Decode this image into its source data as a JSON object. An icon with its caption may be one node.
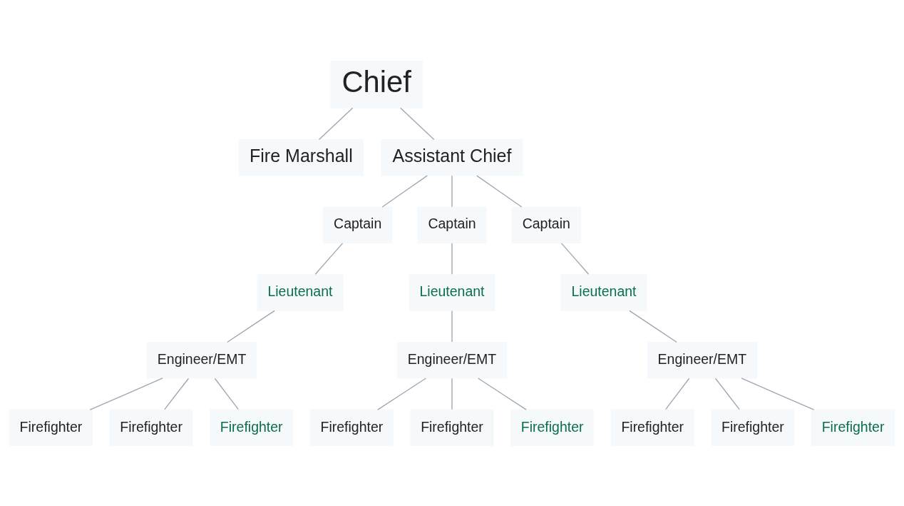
{
  "diagram": {
    "nodes": [
      {
        "text": [
          "Chief"
        ]
      },
      {
        "text": [
          "Fire Marshall"
        ]
      },
      {
        "text": [
          "Assistant Chief"
        ]
      },
      {
        "text": [
          "Captain"
        ]
      },
      {
        "text": [
          "Lieutenant"
        ]
      },
      {
        "text": [
          "Engineer/EMT"
        ]
      },
      {
        "text": [
          "Firefighter"
        ]
      },
      {
        "text": [
          "Firefighter"
        ]
      },
      {
        "text": [
          "Firefighter"
        ]
      },
      {
        "text": [
          "Captain"
        ]
      },
      {
        "text": [
          "Lieutenant"
        ]
      },
      {
        "text": [
          "Engineer/EMT"
        ]
      },
      {
        "text": [
          "Firefighter"
        ]
      },
      {
        "text": [
          "Firefighter"
        ]
      },
      {
        "text": [
          "Firefighter"
        ]
      },
      {
        "text": [
          "Captain"
        ]
      },
      {
        "text": [
          "Lieutenant"
        ]
      },
      {
        "text": [
          "Engineer/EMT"
        ]
      },
      {
        "text": [
          "Firefighter"
        ]
      },
      {
        "text": [
          "Firefighter"
        ]
      },
      {
        "text": [
          "Firefighter"
        ]
      }
    ],
    "edges": [
      {
        "from": 0,
        "to": 1,
        "arrow": "none"
      },
      {
        "from": 0,
        "to": 2,
        "arrow": "none"
      },
      {
        "from": 2,
        "to": 3,
        "arrow": "none"
      },
      {
        "from": 2,
        "to": 9,
        "arrow": "none"
      },
      {
        "from": 2,
        "to": 15,
        "arrow": "none"
      },
      {
        "from": 3,
        "to": 4,
        "arrow": "none"
      },
      {
        "from": 4,
        "to": 5,
        "arrow": "none"
      },
      {
        "from": 5,
        "to": 6,
        "arrow": "none"
      },
      {
        "from": 5,
        "to": 7,
        "arrow": "none"
      },
      {
        "from": 5,
        "to": 8,
        "arrow": "none"
      },
      {
        "from": 9,
        "to": 10,
        "arrow": "none"
      },
      {
        "from": 10,
        "to": 11,
        "arrow": "none"
      },
      {
        "from": 11,
        "to": 12,
        "arrow": "none"
      },
      {
        "from": 11,
        "to": 13,
        "arrow": "none"
      },
      {
        "from": 11,
        "to": 14,
        "arrow": "none"
      },
      {
        "from": 15,
        "to": 16,
        "arrow": "none"
      },
      {
        "from": 16,
        "to": 17,
        "arrow": "none"
      },
      {
        "from": 17,
        "to": 18,
        "arrow": "none"
      },
      {
        "from": 17,
        "to": 19,
        "arrow": "none"
      },
      {
        "from": 17,
        "to": 20,
        "arrow": "none"
      }
    ]
  }
}
